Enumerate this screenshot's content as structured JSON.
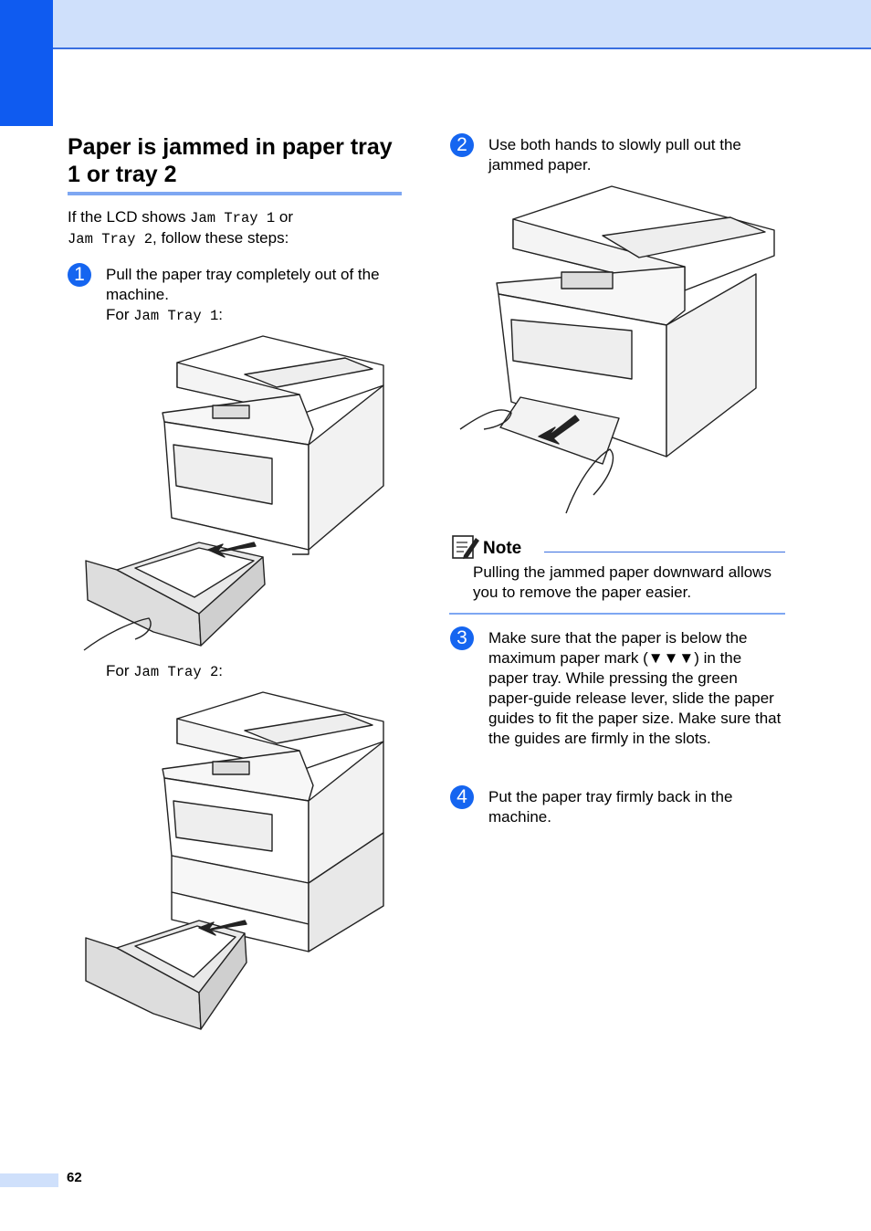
{
  "section": {
    "title": "Paper is jammed in paper tray 1 or tray 2"
  },
  "intro": {
    "part1": "If the LCD shows ",
    "code1": "Jam Tray 1",
    "part2": " or",
    "code2": "Jam Tray 2",
    "part3": ", follow these steps:"
  },
  "steps": [
    {
      "number": "1",
      "text": "Pull the paper tray completely out of the machine.",
      "for_label_a": "For ",
      "for_code_a": "Jam Tray 1",
      "for_colon_a": ":",
      "for_label_b": "For ",
      "for_code_b": "Jam Tray 2",
      "for_colon_b": ":"
    },
    {
      "number": "2",
      "text": "Use both hands to slowly pull out the jammed paper."
    },
    {
      "number": "3",
      "text": "Make sure that the paper is below the maximum paper mark (▼▼▼) in the paper tray. While pressing the green paper-guide release lever, slide the paper guides to fit the paper size. Make sure that the guides are firmly in the slots."
    },
    {
      "number": "4",
      "text": "Put the paper tray firmly back in the machine."
    }
  ],
  "note": {
    "label": "Note",
    "text": "Pulling the jammed paper downward allows you to remove the paper easier."
  },
  "footer": {
    "page_number": "62"
  },
  "colors": {
    "accent_blue": "#0f5bf0",
    "light_band": "#cfe0fb",
    "rule_blue": "#7ea7f2"
  }
}
